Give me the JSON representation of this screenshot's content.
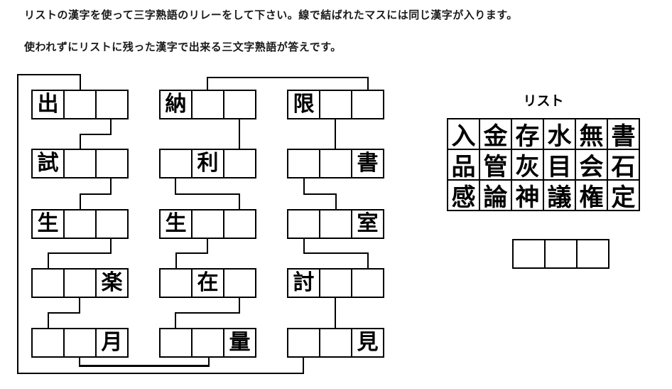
{
  "instructions": {
    "line1": "リストの漢字を使って三字熟語のリレーをして下さい。線で結ばれたマスには同じ漢字が入ります。",
    "line2": "使われずにリストに残った漢字で出来る三文字熟語が答えです。"
  },
  "puzzle": {
    "boxes": [
      {
        "id": "L1",
        "cells": [
          "出",
          "",
          ""
        ]
      },
      {
        "id": "L2",
        "cells": [
          "試",
          "",
          ""
        ]
      },
      {
        "id": "L3",
        "cells": [
          "生",
          "",
          ""
        ]
      },
      {
        "id": "L4",
        "cells": [
          "",
          "",
          "楽"
        ]
      },
      {
        "id": "L5",
        "cells": [
          "",
          "",
          "月"
        ]
      },
      {
        "id": "M1",
        "cells": [
          "納",
          "",
          ""
        ]
      },
      {
        "id": "M2",
        "cells": [
          "",
          "利",
          ""
        ]
      },
      {
        "id": "M3",
        "cells": [
          "生",
          "",
          ""
        ]
      },
      {
        "id": "M4",
        "cells": [
          "",
          "在",
          ""
        ]
      },
      {
        "id": "M5",
        "cells": [
          "",
          "",
          "量"
        ]
      },
      {
        "id": "R1",
        "cells": [
          "限",
          "",
          ""
        ]
      },
      {
        "id": "R2",
        "cells": [
          "",
          "",
          "書"
        ]
      },
      {
        "id": "R3",
        "cells": [
          "",
          "",
          "室"
        ]
      },
      {
        "id": "R4",
        "cells": [
          "討",
          "",
          ""
        ]
      },
      {
        "id": "R5",
        "cells": [
          "",
          "",
          "見"
        ]
      }
    ],
    "connections": [
      {
        "from": "L1.cell2",
        "to": "R5.cell1"
      },
      {
        "from": "L1.cell3",
        "to": "L2.cell2"
      },
      {
        "from": "L2.cell3",
        "to": "L3.cell2"
      },
      {
        "from": "L3.cell3",
        "to": "L4.cell1"
      },
      {
        "from": "L4.cell2",
        "to": "L5.cell1"
      },
      {
        "from": "L5.cell2",
        "to": "M5.cell2"
      },
      {
        "from": "M1.cell2",
        "to": "R1.cell3"
      },
      {
        "from": "M1.cell3",
        "to": "M2.cell3"
      },
      {
        "from": "M2.cell1",
        "to": "M3.cell3"
      },
      {
        "from": "M3.cell2",
        "to": "M4.cell1"
      },
      {
        "from": "M4.cell3",
        "to": "M5.cell1"
      },
      {
        "from": "R1.cell2",
        "to": "R2.cell2"
      },
      {
        "from": "R2.cell1",
        "to": "R3.cell2"
      },
      {
        "from": "R3.cell1",
        "to": "R4.cell3"
      },
      {
        "from": "R4.cell2",
        "to": "R5.cell2"
      }
    ]
  },
  "list": {
    "title": "リスト",
    "grid": [
      [
        "入",
        "金",
        "存",
        "水",
        "無",
        "書"
      ],
      [
        "品",
        "管",
        "灰",
        "目",
        "会",
        "石"
      ],
      [
        "感",
        "論",
        "神",
        "議",
        "権",
        "定"
      ]
    ]
  },
  "answer": {
    "cells": [
      "",
      "",
      ""
    ]
  },
  "colors": {
    "line": "#000000",
    "background": "#ffffff",
    "text": "#1a1a1a"
  }
}
